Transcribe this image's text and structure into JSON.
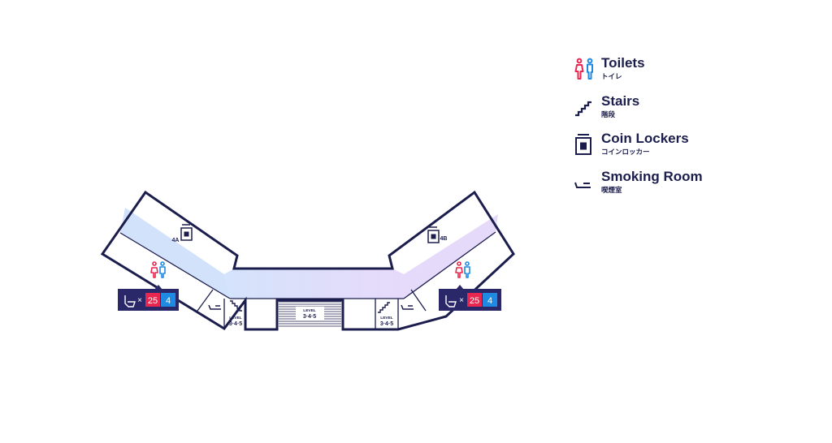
{
  "legend": {
    "items": [
      {
        "label": "Toilets",
        "sub": "トイレ",
        "icon": "toilets-icon"
      },
      {
        "label": "Stairs",
        "sub": "階段",
        "icon": "stairs-icon"
      },
      {
        "label": "Coin Lockers",
        "sub": "コインロッカー",
        "icon": "coin-lockers-icon"
      },
      {
        "label": "Smoking Room",
        "sub": "喫煙室",
        "icon": "smoking-room-icon"
      }
    ]
  },
  "map": {
    "locker_left": "4A",
    "locker_right": "4B",
    "stairs_level_label": "LEVEL",
    "stairs_levels": "3·4·5",
    "toilet_left": {
      "mult": "×",
      "female_count": "25",
      "male_count": "4"
    },
    "toilet_right": {
      "mult": "×",
      "female_count": "25",
      "male_count": "4"
    }
  },
  "colors": {
    "outline": "#1b1d4d",
    "female": "#e8264f",
    "male": "#1f8ae3",
    "corridor_left": "#d3e2fb",
    "corridor_right": "#e6dafa",
    "badge_bg": "#2b2869"
  }
}
